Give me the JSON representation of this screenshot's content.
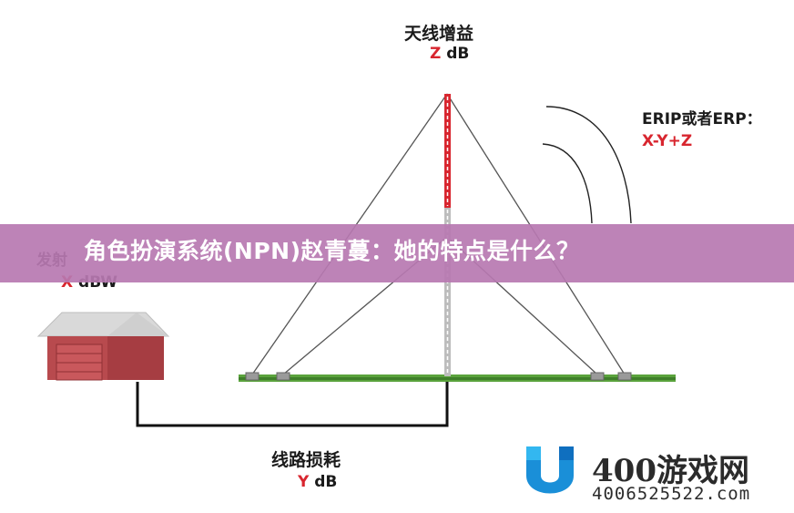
{
  "antenna_gain": {
    "title": "天线增益",
    "value_var": "Z",
    "value_unit": " dB"
  },
  "erp": {
    "title": "ERIP或者ERP：",
    "formula": "X-Y+Z"
  },
  "transmit_power": {
    "title": "发射",
    "value_var": "X",
    "value_unit": " dBW"
  },
  "line_loss": {
    "title": "线路损耗",
    "value_var": "Y",
    "value_unit": " dB"
  },
  "banner": {
    "text": "角色扮演系统(NPN)赵青蔓：她的特点是什么？"
  },
  "watermark": {
    "name": "400游戏网",
    "url": "4006525522.com",
    "brand_color": "#1a8fd8"
  }
}
